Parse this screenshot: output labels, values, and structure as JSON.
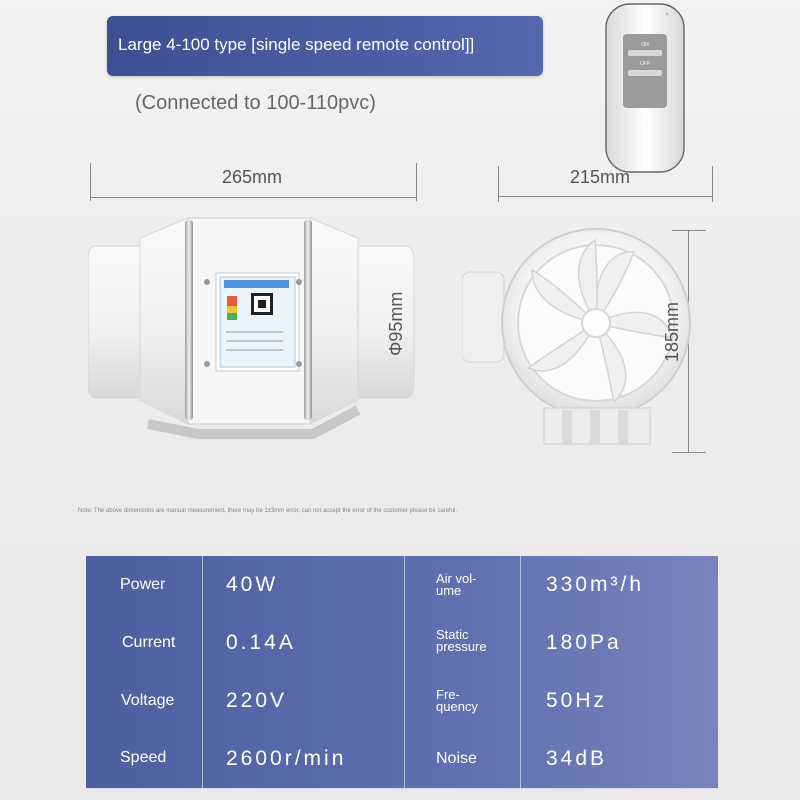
{
  "header": {
    "title": "Large 4-100 type [single speed remote control]]",
    "subtitle": "(Connected to 100-110pvc)"
  },
  "remote": {
    "on_label": "ON",
    "off_label": "OFF"
  },
  "dimensions": {
    "length": "265mm",
    "width": "215mm",
    "diameter": "Φ95mm",
    "height": "185mm"
  },
  "note": "Note: The above dimensions are manual measurement, there may be 1±3mm error, can not accept the error of the customer please be careful.",
  "specs": [
    {
      "left_label": "Power",
      "left_value": "40W",
      "right_label_1": "Air vol-",
      "right_label_2": "ume",
      "right_value": "330m³/h"
    },
    {
      "left_label": "Current",
      "left_value": "0.14A",
      "right_label_1": "Static",
      "right_label_2": "pressure",
      "right_value": "180Pa"
    },
    {
      "left_label": "Voltage",
      "left_value": "220V",
      "right_label_1": "Fre-",
      "right_label_2": "quency",
      "right_value": "50Hz"
    },
    {
      "left_label": "Speed",
      "left_value": "2600r/min",
      "right_label_1": "Noise",
      "right_label_2": "",
      "right_value": "34dB"
    }
  ],
  "colors": {
    "banner": "#4a5aa0",
    "table": "#5a6aaa"
  }
}
